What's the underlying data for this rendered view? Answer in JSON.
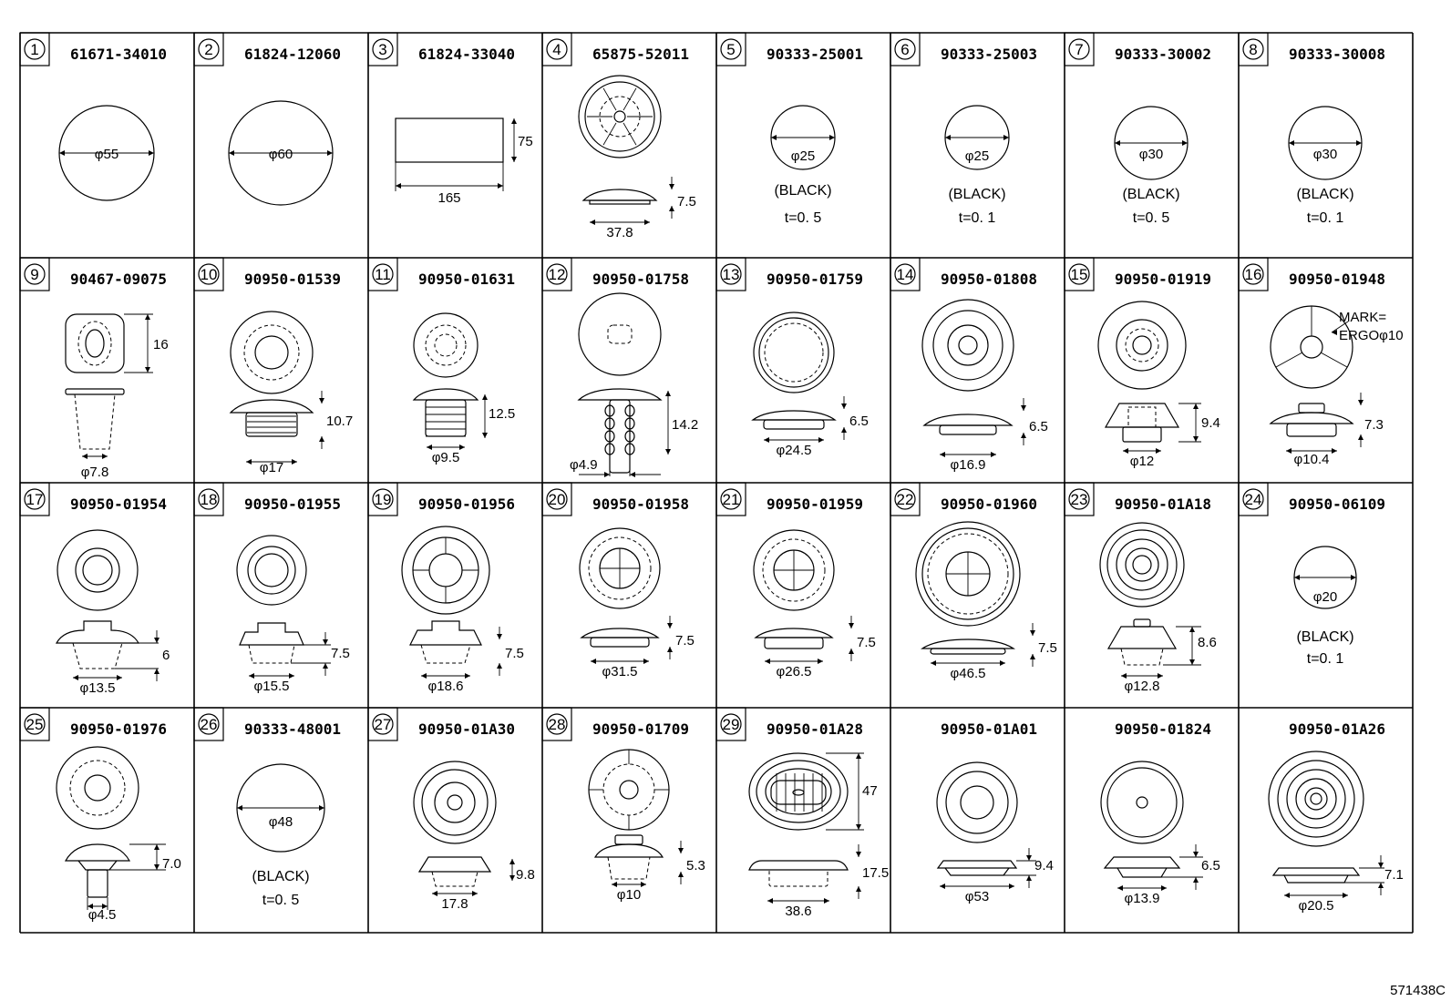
{
  "drawing_code": "571438C",
  "cells": [
    {
      "num": "1",
      "part": "61671-34010",
      "dims": [
        "φ55"
      ],
      "notes": []
    },
    {
      "num": "2",
      "part": "61824-12060",
      "dims": [
        "φ60"
      ],
      "notes": []
    },
    {
      "num": "3",
      "part": "61824-33040",
      "dims": [
        "75",
        "165"
      ],
      "notes": []
    },
    {
      "num": "4",
      "part": "65875-52011",
      "dims": [
        "7.5",
        "37.8"
      ],
      "notes": []
    },
    {
      "num": "5",
      "part": "90333-25001",
      "dims": [
        "φ25"
      ],
      "notes": [
        "(BLACK)",
        "t=0. 5"
      ]
    },
    {
      "num": "6",
      "part": "90333-25003",
      "dims": [
        "φ25"
      ],
      "notes": [
        "(BLACK)",
        "t=0. 1"
      ]
    },
    {
      "num": "7",
      "part": "90333-30002",
      "dims": [
        "φ30"
      ],
      "notes": [
        "(BLACK)",
        "t=0. 5"
      ]
    },
    {
      "num": "8",
      "part": "90333-30008",
      "dims": [
        "φ30"
      ],
      "notes": [
        "(BLACK)",
        "t=0. 1"
      ]
    },
    {
      "num": "9",
      "part": "90467-09075",
      "dims": [
        "16",
        "φ7.8"
      ],
      "notes": []
    },
    {
      "num": "10",
      "part": "90950-01539",
      "dims": [
        "10.7",
        "φ17"
      ],
      "notes": []
    },
    {
      "num": "11",
      "part": "90950-01631",
      "dims": [
        "12.5",
        "φ9.5"
      ],
      "notes": []
    },
    {
      "num": "12",
      "part": "90950-01758",
      "dims": [
        "14.2",
        "φ4.9"
      ],
      "notes": []
    },
    {
      "num": "13",
      "part": "90950-01759",
      "dims": [
        "6.5",
        "φ24.5"
      ],
      "notes": []
    },
    {
      "num": "14",
      "part": "90950-01808",
      "dims": [
        "6.5",
        "φ16.9"
      ],
      "notes": []
    },
    {
      "num": "15",
      "part": "90950-01919",
      "dims": [
        "9.4",
        "φ12"
      ],
      "notes": []
    },
    {
      "num": "16",
      "part": "90950-01948",
      "dims": [
        "7.3",
        "φ10.4"
      ],
      "notes": [
        "MARK=",
        "ERGOφ10"
      ]
    },
    {
      "num": "17",
      "part": "90950-01954",
      "dims": [
        "6",
        "φ13.5"
      ],
      "notes": []
    },
    {
      "num": "18",
      "part": "90950-01955",
      "dims": [
        "7.5",
        "φ15.5"
      ],
      "notes": []
    },
    {
      "num": "19",
      "part": "90950-01956",
      "dims": [
        "7.5",
        "φ18.6"
      ],
      "notes": []
    },
    {
      "num": "20",
      "part": "90950-01958",
      "dims": [
        "7.5",
        "φ31.5"
      ],
      "notes": []
    },
    {
      "num": "21",
      "part": "90950-01959",
      "dims": [
        "7.5",
        "φ26.5"
      ],
      "notes": []
    },
    {
      "num": "22",
      "part": "90950-01960",
      "dims": [
        "7.5",
        "φ46.5"
      ],
      "notes": []
    },
    {
      "num": "23",
      "part": "90950-01A18",
      "dims": [
        "8.6",
        "φ12.8"
      ],
      "notes": []
    },
    {
      "num": "24",
      "part": "90950-06109",
      "dims": [
        "φ20"
      ],
      "notes": [
        "(BLACK)",
        "t=0. 1"
      ]
    },
    {
      "num": "25",
      "part": "90950-01976",
      "dims": [
        "7.0",
        "φ4.5"
      ],
      "notes": []
    },
    {
      "num": "26",
      "part": "90333-48001",
      "dims": [
        "φ48"
      ],
      "notes": [
        "(BLACK)",
        "t=0. 5"
      ]
    },
    {
      "num": "27",
      "part": "90950-01A30",
      "dims": [
        "9.8",
        "17.8"
      ],
      "notes": []
    },
    {
      "num": "28",
      "part": "90950-01709",
      "dims": [
        "5.3",
        "φ10"
      ],
      "notes": []
    },
    {
      "num": "29",
      "part": "90950-01A28",
      "dims": [
        "47",
        "17.5",
        "38.6"
      ],
      "notes": []
    },
    {
      "num": "",
      "part": "90950-01A01",
      "dims": [
        "9.4",
        "φ53"
      ],
      "notes": []
    },
    {
      "num": "",
      "part": "90950-01824",
      "dims": [
        "6.5",
        "φ13.9"
      ],
      "notes": []
    },
    {
      "num": "",
      "part": "90950-01A26",
      "dims": [
        "7.1",
        "φ20.5"
      ],
      "notes": []
    }
  ]
}
